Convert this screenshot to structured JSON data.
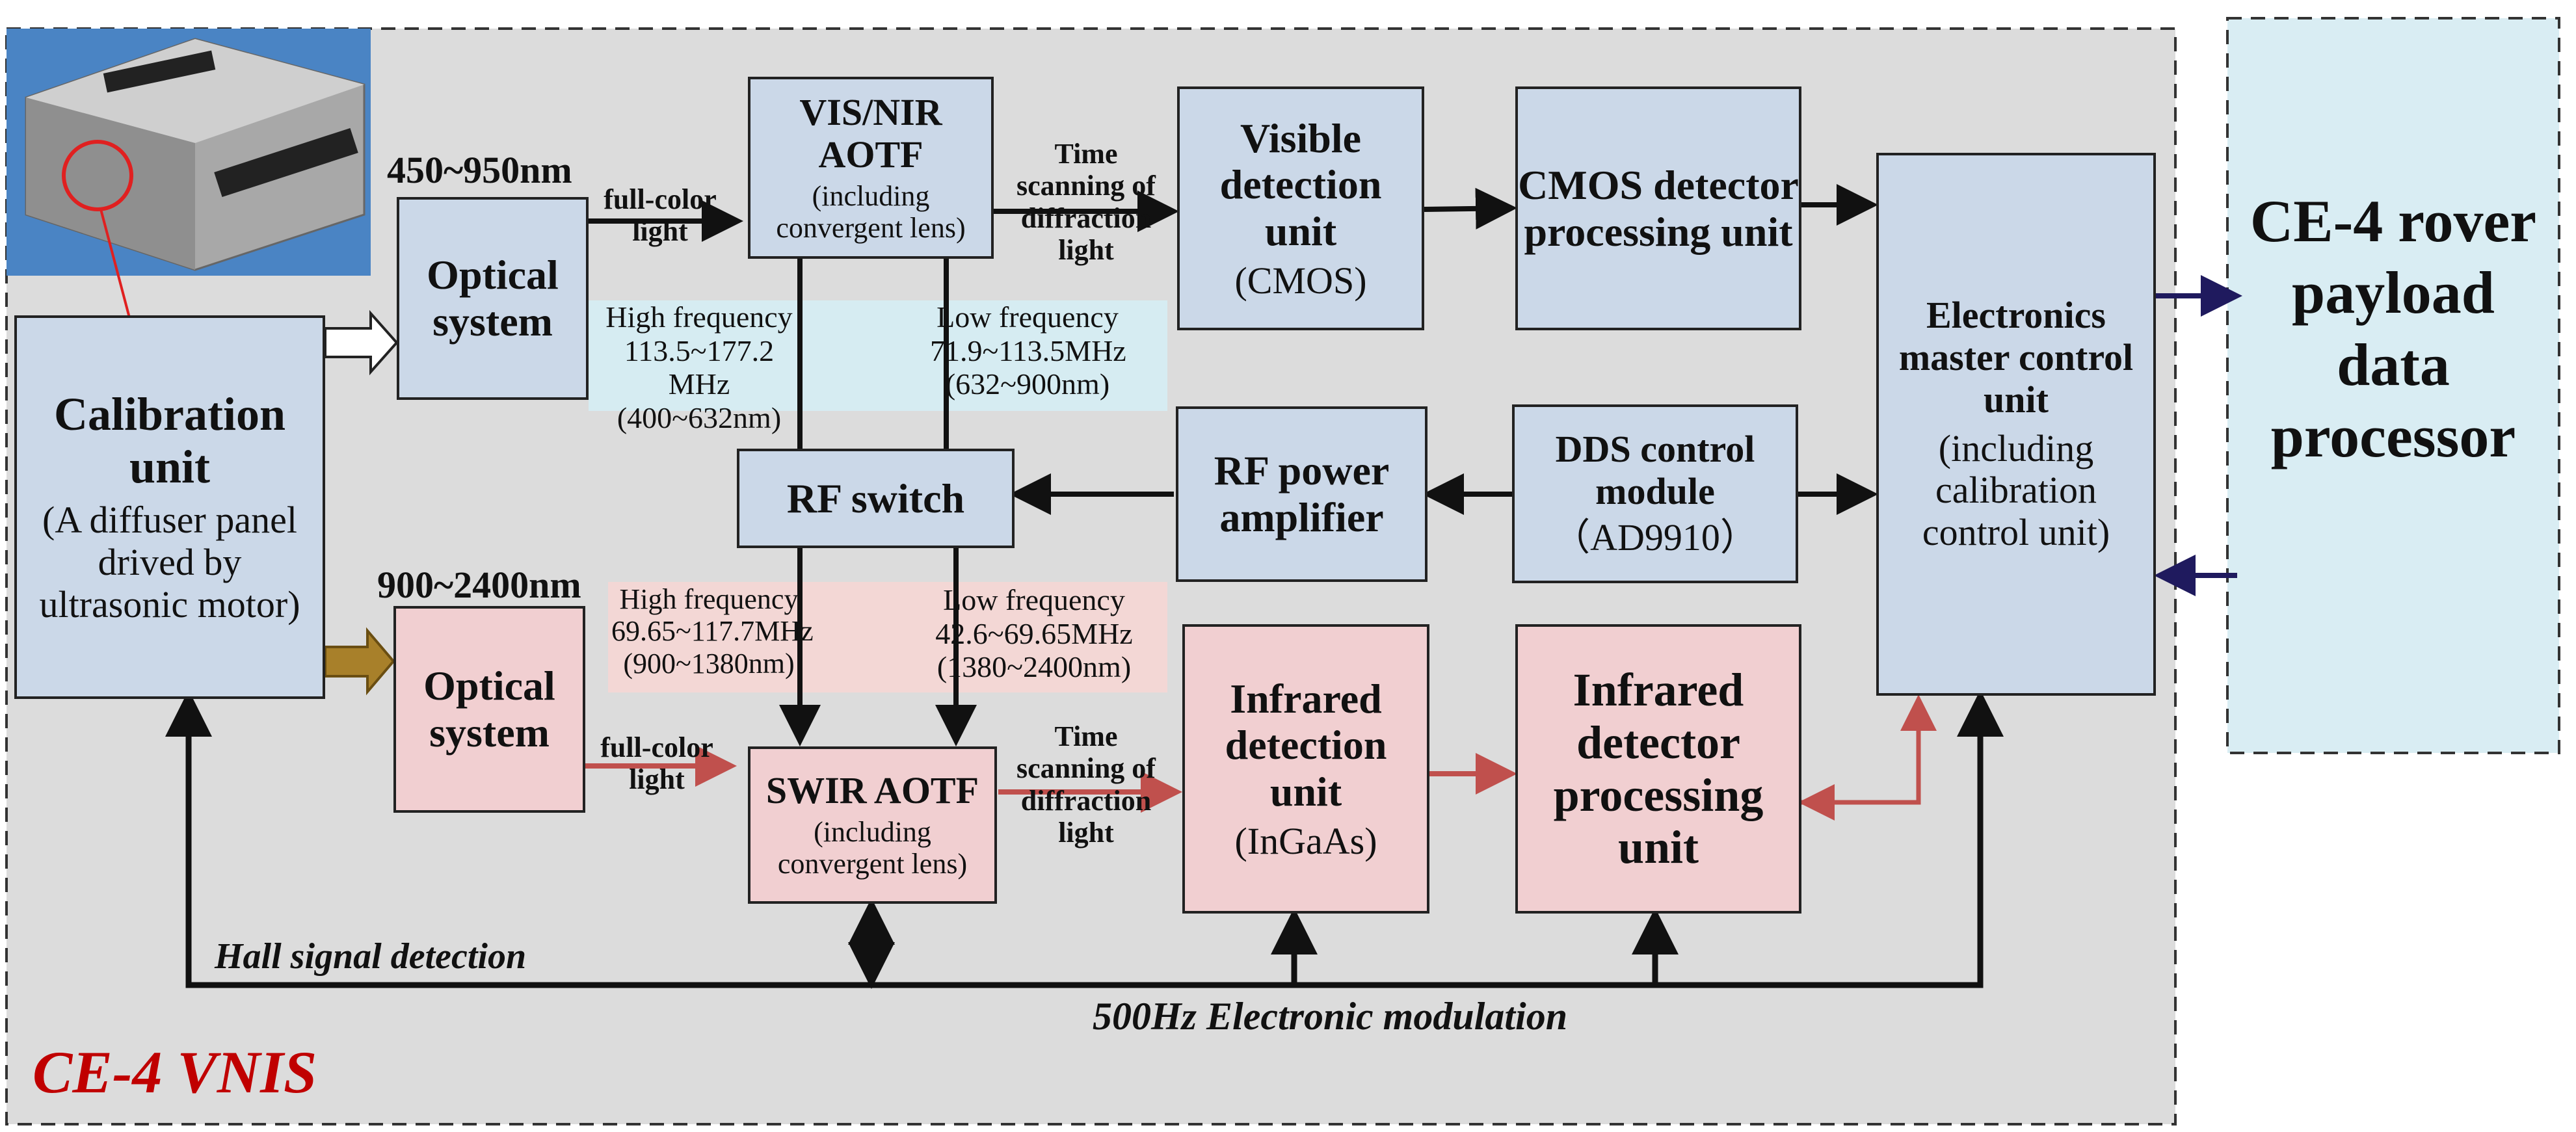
{
  "title": "CE-4 VNIS",
  "colors": {
    "blue_block": "#cbd8e8",
    "pink_block": "#f1cfd1",
    "ir_path": "#c0504d",
    "navy_arrow": "#1f1a5e",
    "title_red": "#c00000",
    "processor_bg": "#d9edf3"
  },
  "blocks": {
    "calibration": {
      "title": "Calibration unit",
      "desc": "(A diffuser panel drived by ultrasonic motor)"
    },
    "optical_vis": {
      "title": "Optical system"
    },
    "optical_ir": {
      "title": "Optical system"
    },
    "vis_aotf": {
      "title": "VIS/NIR AOTF",
      "desc": "(including convergent lens)"
    },
    "swir_aotf": {
      "title": "SWIR AOTF",
      "desc": "(including convergent lens)"
    },
    "vis_detection": {
      "title": "Visible detection unit",
      "desc": "(CMOS)"
    },
    "ir_detection": {
      "title": "Infrared detection unit",
      "desc": "(InGaAs)"
    },
    "cmos_processing": {
      "title": "CMOS detector processing unit"
    },
    "ir_processing": {
      "title": "Infrared detector processing unit"
    },
    "rf_switch": {
      "title": "RF switch"
    },
    "rf_amplifier": {
      "title": "RF power amplifier"
    },
    "dds_control": {
      "title": "DDS control module",
      "desc": "（AD9910）"
    },
    "master_control": {
      "title": "Electronics master control unit",
      "desc": "(including calibration control unit)"
    },
    "payload_processor": {
      "title": "CE-4 rover payload data processor"
    }
  },
  "labels": {
    "range_vis": "450~950nm",
    "range_ir": "900~2400nm",
    "full_color_light": "full-color light",
    "time_scanning": "Time scanning of diffraction light",
    "hall_signal": "Hall signal detection",
    "modulation": "500Hz Electronic modulation"
  },
  "frequency": {
    "vis_high": [
      "High frequency",
      "113.5~177.2 MHz",
      "(400~632nm)"
    ],
    "vis_low": [
      "Low frequency",
      "71.9~113.5MHz",
      "(632~900nm)"
    ],
    "ir_high": [
      "High frequency",
      "69.65~117.7MHz",
      "(900~1380nm)"
    ],
    "ir_low": [
      "Low frequency",
      "42.6~69.65MHz",
      "(1380~2400nm)"
    ]
  }
}
